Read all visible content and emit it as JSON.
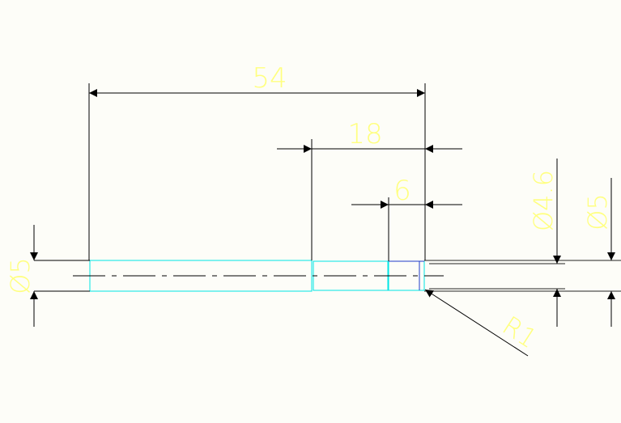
{
  "colors": {
    "background": "#fdfdf8",
    "part_outline": "#00e5e5",
    "dimension_line": "#000000",
    "dimension_text": "#ffff7f",
    "centerline": "#000000"
  },
  "dimensions": {
    "overall_length": "54",
    "step_length": "18",
    "groove_length": "6",
    "left_diameter": "Ø5",
    "groove_diameter": "Ø4.6",
    "right_diameter": "Ø5",
    "fillet_radius": "R1"
  }
}
